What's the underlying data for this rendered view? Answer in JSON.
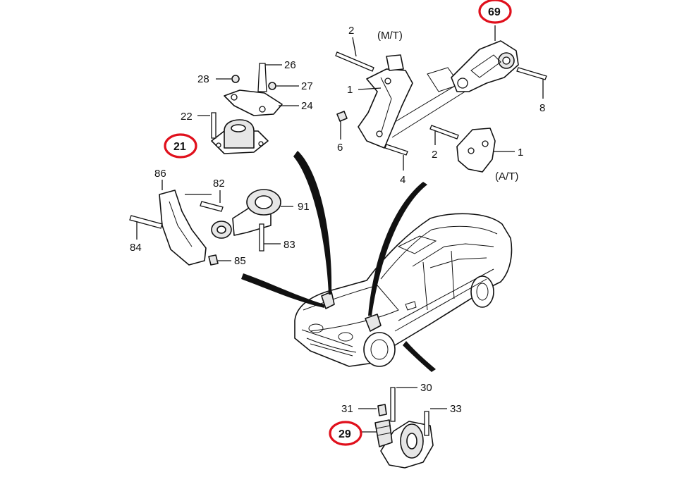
{
  "diagram": {
    "labels": {
      "p2a": "2",
      "mt": "(M/T)",
      "p69": "69",
      "p1a": "1",
      "p8": "8",
      "p6": "6",
      "p4": "4",
      "p2b": "2",
      "p1b": "1",
      "at": "(A/T)",
      "p26": "26",
      "p28": "28",
      "p27": "27",
      "p24": "24",
      "p22": "22",
      "p21": "21",
      "p86": "86",
      "p82": "82",
      "p91": "91",
      "p84": "84",
      "p83": "83",
      "p85": "85",
      "p30": "30",
      "p31": "31",
      "p33": "33",
      "p29": "29"
    },
    "colors": {
      "highlight": "#e0101c",
      "ink": "#111111",
      "shade": "#e6e6e6"
    }
  }
}
